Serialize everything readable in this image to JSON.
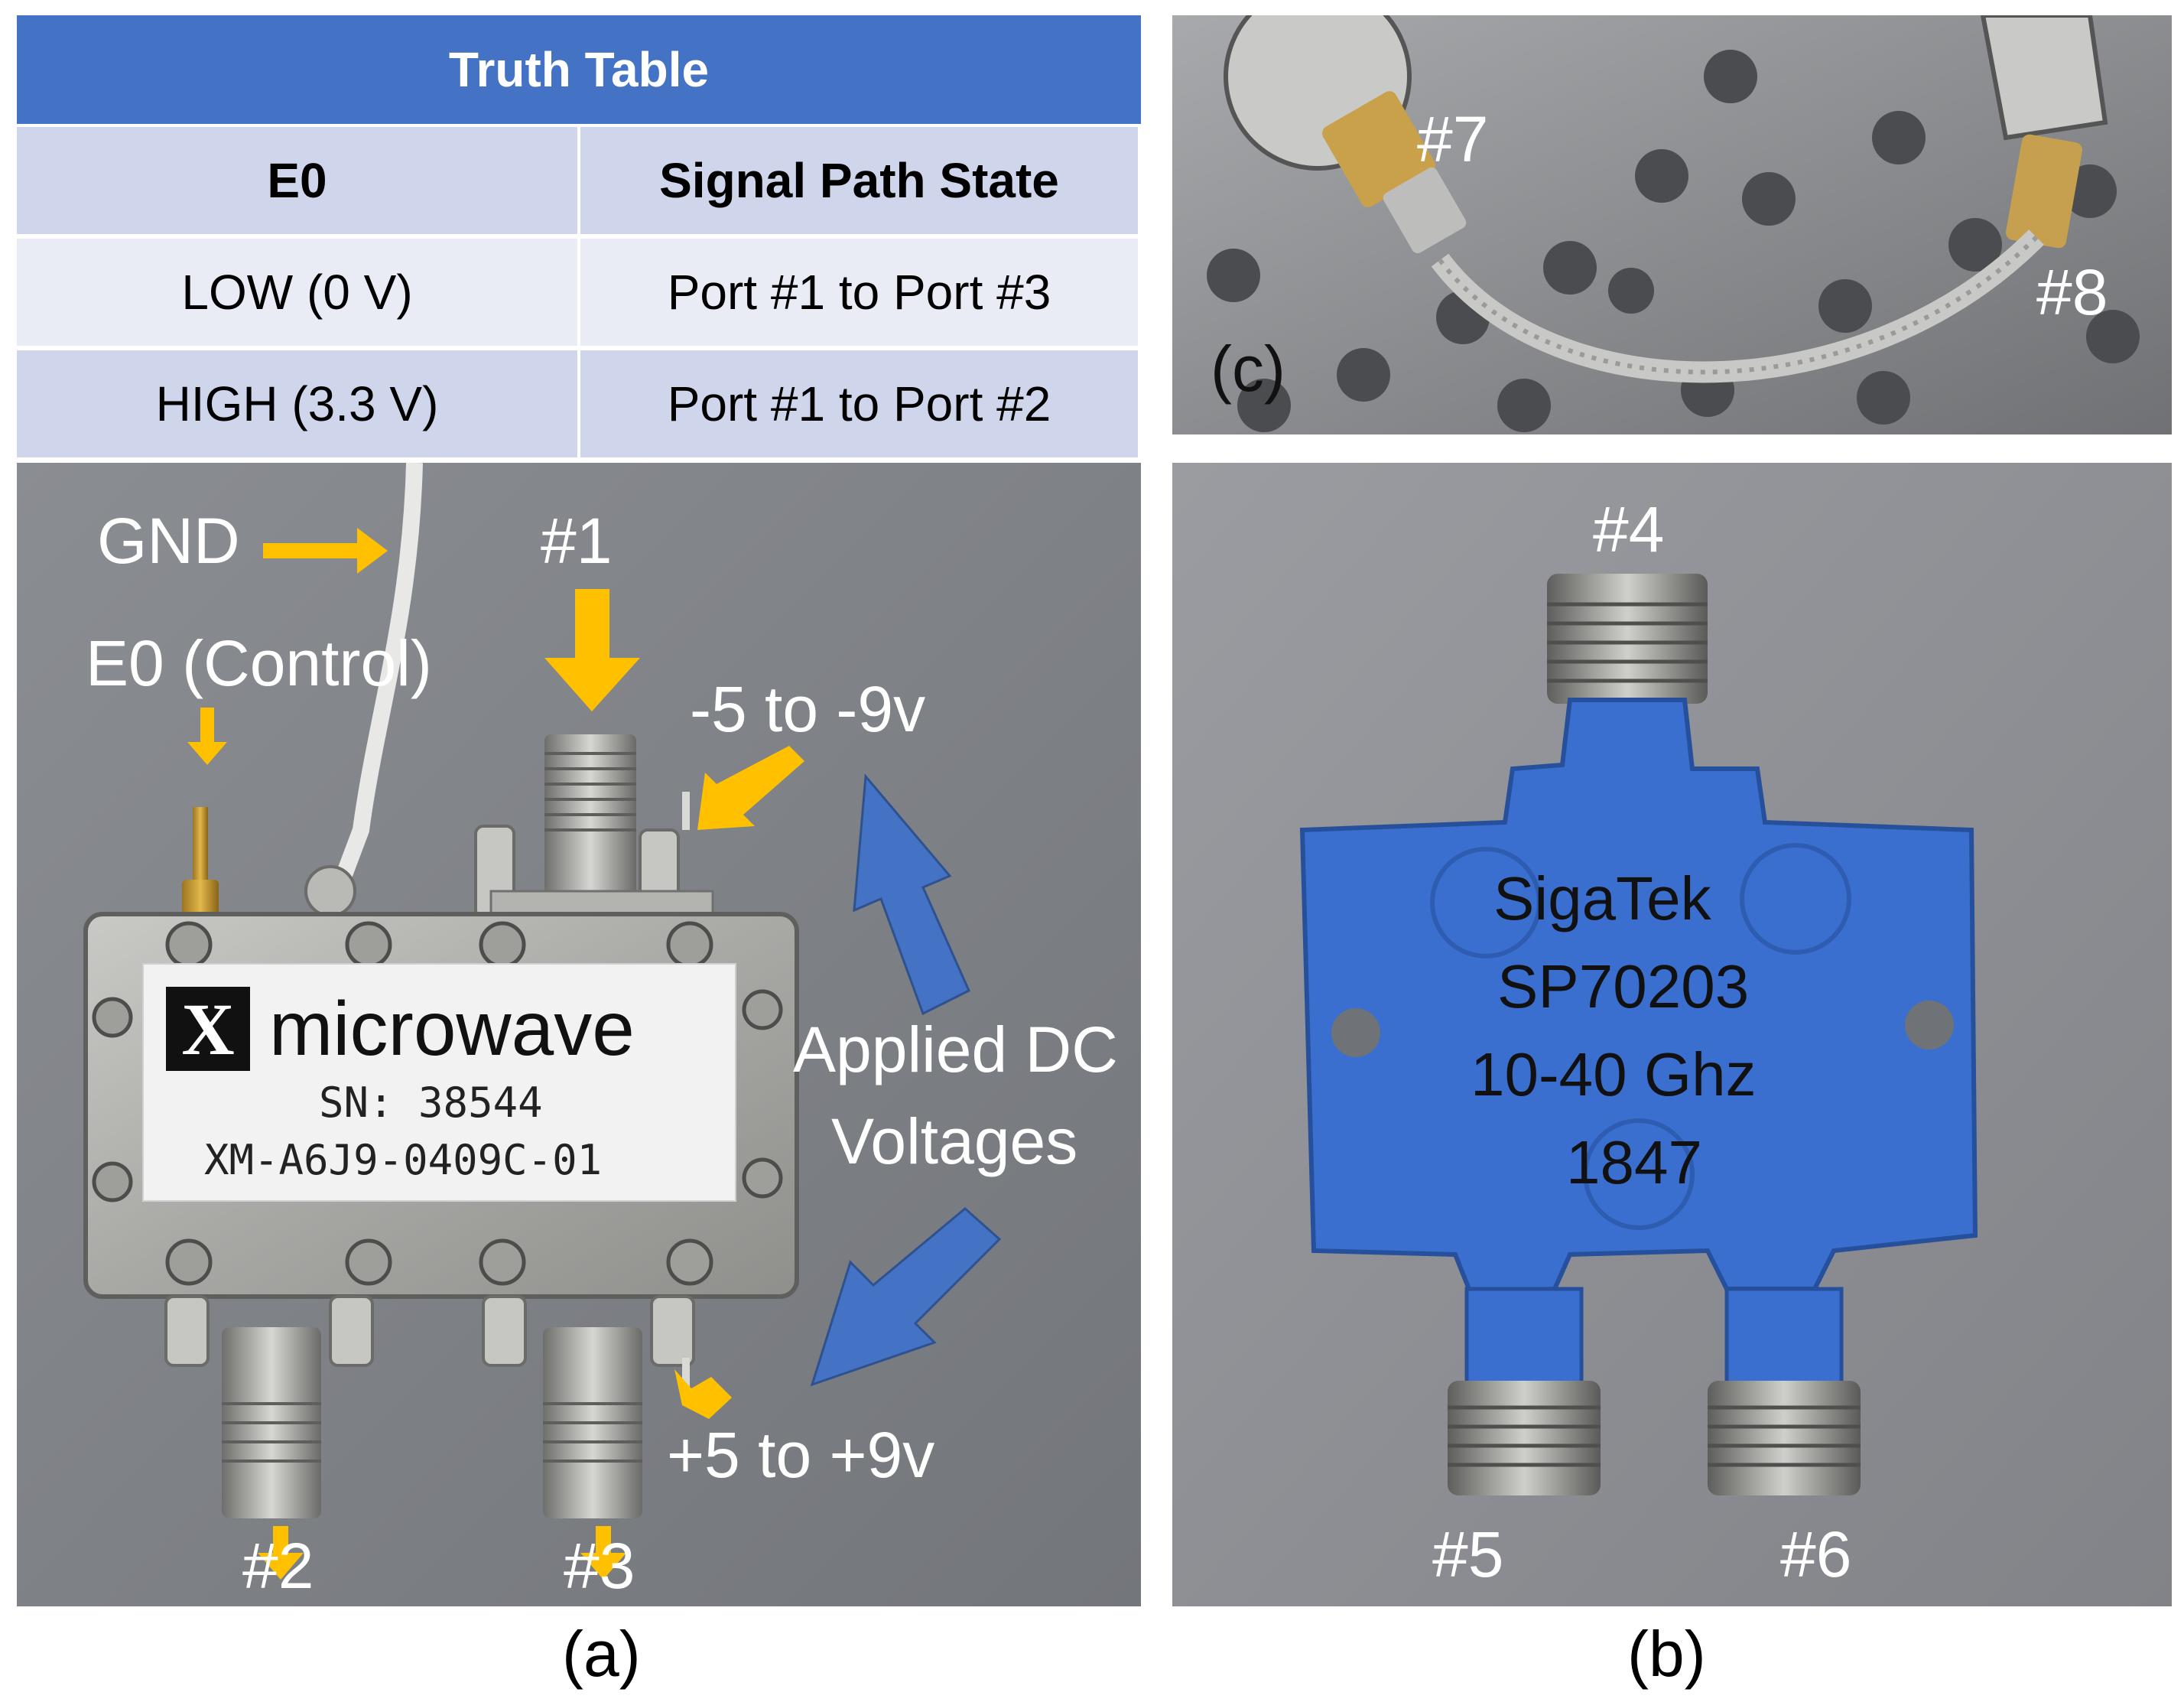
{
  "truth_table": {
    "title": "Truth Table",
    "headers": [
      "E0",
      "Signal Path State"
    ],
    "rows": [
      [
        "LOW (0 V)",
        "Port #1 to Port #3"
      ],
      [
        "HIGH (3.3 V)",
        "Port #1 to Port #2"
      ]
    ]
  },
  "panel_a": {
    "caption": "(a)",
    "labels": {
      "gnd": "GND",
      "e0_control": "E0 (Control)",
      "port1": "#1",
      "neg_voltage": "-5 to -9v",
      "applied_dc_line1": "Applied DC",
      "applied_dc_line2": "Voltages",
      "pos_voltage": "+5 to +9v",
      "port2": "#2",
      "port3": "#3"
    },
    "device_label": {
      "logo_letter": "X",
      "brand": "microwave",
      "serial": "SN: 38544",
      "model": "XM-A6J9-0409C-01"
    }
  },
  "panel_b": {
    "caption": "(b)",
    "labels": {
      "port4": "#4",
      "port5": "#5",
      "port6": "#6"
    },
    "device_text": [
      "SigaTek",
      "SP70203",
      "10-40 Ghz",
      "1847"
    ]
  },
  "panel_c": {
    "caption": "(c)",
    "labels": {
      "port7": "#7",
      "port8": "#8"
    }
  },
  "colors": {
    "table_header": "#4472c4",
    "table_row_dark": "#cfd5ea",
    "table_row_light": "#e9ebf5",
    "annotation_arrow_orange": "#ffc000",
    "annotation_arrow_blue": "#4472c4",
    "splitter_blue": "#3a6fcf"
  }
}
